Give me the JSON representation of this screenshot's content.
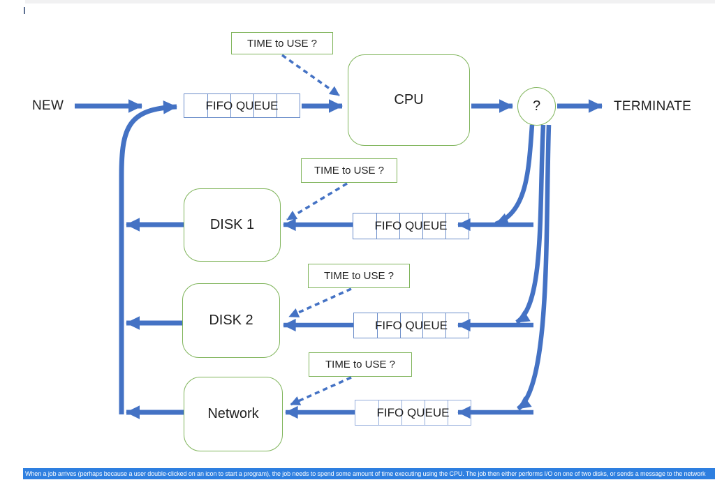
{
  "diagram": {
    "entry_label": "NEW",
    "exit_label": "TERMINATE",
    "branch_label": "?",
    "queue_label": "FIFO QUEUE",
    "delay_label": "TIME to USE ?",
    "service_centers": [
      {
        "label": "CPU"
      },
      {
        "label": "DISK 1"
      },
      {
        "label": "DISK 2"
      },
      {
        "label": "Network"
      }
    ]
  },
  "caption": {
    "text": "When a job arrives (perhaps because a user double-clicked on an icon to start a program), the job needs to spend some amount of time executing using the CPU. The job then either performs I/O on one of two disks, or sends a message to the network"
  },
  "colors": {
    "arrow_blue": "#4472C4",
    "node_border_green": "#7FB45A",
    "queue_border_blue": "#6B8DC9",
    "queue_border_light": "#94ADDB",
    "highlight_bg": "#2E7FE0",
    "highlight_text": "#FFFFFF",
    "text_black": "#1F1F1F",
    "scrollbar_gray": "#F1F1F2"
  }
}
